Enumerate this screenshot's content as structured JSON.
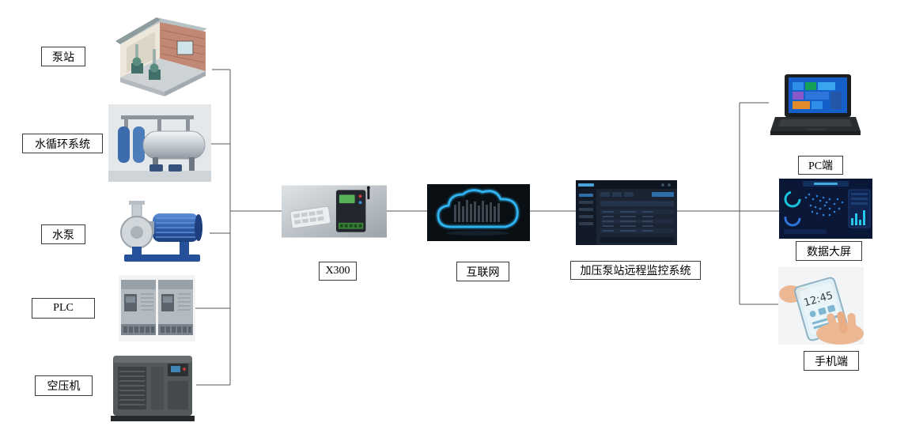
{
  "diagram": {
    "left_nodes": [
      {
        "id": "pump-station",
        "label": "泵站"
      },
      {
        "id": "water-circulation",
        "label": "水循环系统"
      },
      {
        "id": "water-pump",
        "label": "水泵"
      },
      {
        "id": "plc",
        "label": "PLC"
      },
      {
        "id": "air-compressor",
        "label": "空压机"
      }
    ],
    "middle_nodes": [
      {
        "id": "x300-gateway",
        "label": "X300"
      },
      {
        "id": "internet",
        "label": "互联网"
      },
      {
        "id": "monitoring-system",
        "label": "加压泵站远程监控系统"
      }
    ],
    "right_nodes": [
      {
        "id": "pc",
        "label": "PC端"
      },
      {
        "id": "data-screen",
        "label": "数据大屏"
      },
      {
        "id": "mobile",
        "label": "手机端",
        "screen_time": "12:45"
      }
    ],
    "colors": {
      "connector": "#555555",
      "cloud_glow": "#2fb3f0",
      "laptop_screen": "#1460c8",
      "dashboard_bg": "#1b2432",
      "big_screen_bg": "#0a1736"
    }
  }
}
